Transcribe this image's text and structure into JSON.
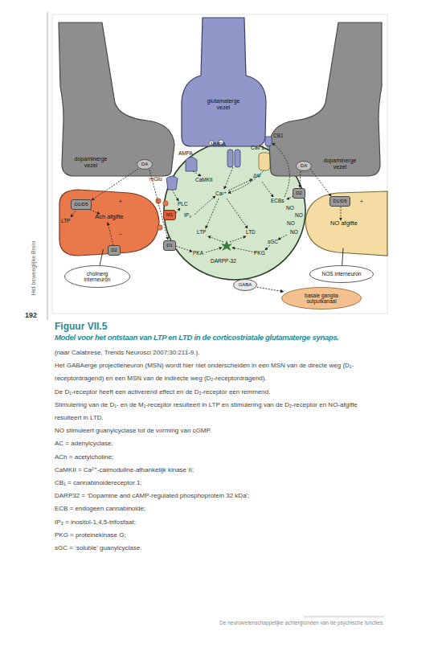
{
  "diagram": {
    "title": "Figuur VII.5",
    "caption": "Model voor het ontstaan van LTP en LTD in de corticostriatale glutamaterge synaps.",
    "nodes": [
      {
        "text": [
          "glutamaterge vezel"
        ]
      },
      {
        "text": [
          "dopaminerge vezel"
        ]
      },
      {
        "text": [
          "DA"
        ],
        "in": 1
      },
      {
        "text": [
          "dopaminerge vezel"
        ]
      },
      {
        "text": [
          "DA"
        ],
        "in": 3
      },
      {
        "text": [
          "Ach afgifte"
        ]
      },
      {
        "text": [
          "D1/D5"
        ],
        "in": 5
      },
      {
        "text": [
          "D2"
        ],
        "in": 5
      },
      {
        "text": [
          "cholinerg interneuron"
        ]
      },
      {
        "text": [
          "M1"
        ]
      },
      {
        "text": [
          "D1"
        ]
      },
      {
        "text": [
          "D2"
        ]
      },
      {
        "text": [
          "NO afgifte"
        ]
      },
      {
        "text": [
          "D1/D5"
        ],
        "in": 12
      },
      {
        "text": [
          "NOS interneuron"
        ]
      },
      {
        "text": [
          "GABA"
        ]
      },
      {
        "text": [
          "basale ganglia outputkanaal"
        ]
      }
    ],
    "edges": [
      {
        "from": 8,
        "to": 5,
        "arrow": "none"
      },
      {
        "from": 14,
        "to": 12,
        "arrow": "none"
      },
      {
        "from": 15,
        "to": 16,
        "arrow": "to"
      }
    ],
    "labels": [
      "CB1",
      "NMDA",
      "AMPA",
      "Cav 1.3",
      "mGlu",
      "CaMKII",
      "Ca²⁺",
      "PLC",
      "IP₃",
      "ΔΨ",
      "ECBs",
      "NO",
      "NO",
      "NO",
      "NO",
      "sGC",
      "PKG",
      "LTP",
      "LTD",
      "PKA",
      "DARPP-32",
      "LTP",
      "+",
      "–",
      "+",
      "(naar Calabrese, Trends Neurosci 2007;30:211-9.).",
      "Het GABAerge projectieneuron (MSN) wordt hier niet onderscheiden in een MSN van de directe weg (D₁-receptordragend) en een MSN van de indirecte weg (D₂-receptordragend).",
      "De D₁-receptor heeft een activerend effect en de D₂-receptor een remmend.",
      "Stimulering van de D₁- en de M₁-receptor resulteert in LTP en stimulering van de D₂-receptor en NO-afgifte resulteert in LTD.",
      "NO stimuleert guanylcyclase tot de vorming van cGMP.",
      "AC = adenylcyclase;",
      "ACh = acetylcholine;",
      "CaMKII = Ca²⁺-calmoduline-afhankelijk kinase II;",
      "CB₁ = cannabinoidereceptor 1;",
      "DARP32 = ‘Dopamine and cAMP-regulated phosphoprotein 32 kDa’;",
      "ECB = endogeen cannabinoide;",
      "IP₃ = inositol-1,4,5-trifosfaat;",
      "PKG = proteinekinase G;",
      "sGC = ‘soluble’ guanylcyclase.",
      "Het beweeglijke Brein",
      "192",
      "De neurowetenschappelijke achtergronden van de psychische functies."
    ]
  }
}
